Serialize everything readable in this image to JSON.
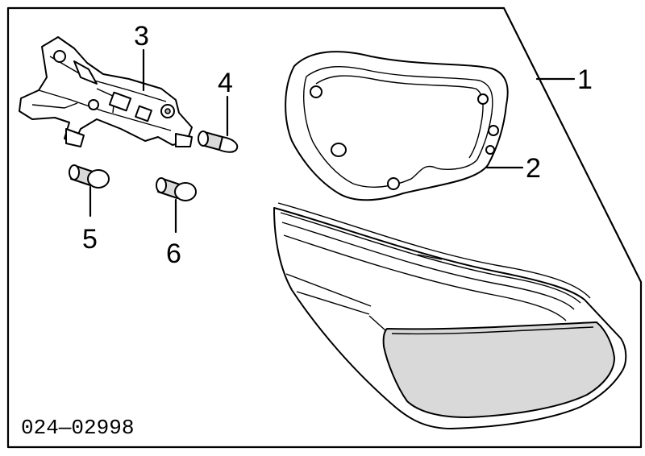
{
  "diagram": {
    "part_number_code": "024—02998",
    "callouts": [
      {
        "id": "1",
        "label": "1"
      },
      {
        "id": "2",
        "label": "2"
      },
      {
        "id": "3",
        "label": "3"
      },
      {
        "id": "4",
        "label": "4"
      },
      {
        "id": "5",
        "label": "5"
      },
      {
        "id": "6",
        "label": "6"
      }
    ]
  }
}
